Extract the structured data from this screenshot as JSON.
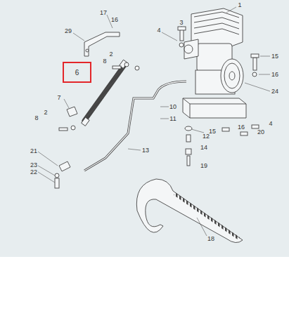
{
  "diagram": {
    "nodes": [
      {
        "text": [
          "6"
        ]
      }
    ],
    "labels": [
      "17",
      "16",
      "29",
      "1",
      "3",
      "4",
      "15",
      "16",
      "8",
      "2",
      "24",
      "7",
      "10",
      "11",
      "12",
      "15",
      "16",
      "4",
      "20",
      "2",
      "8",
      "14",
      "19",
      "13",
      "21",
      "23",
      "22",
      "18"
    ]
  }
}
